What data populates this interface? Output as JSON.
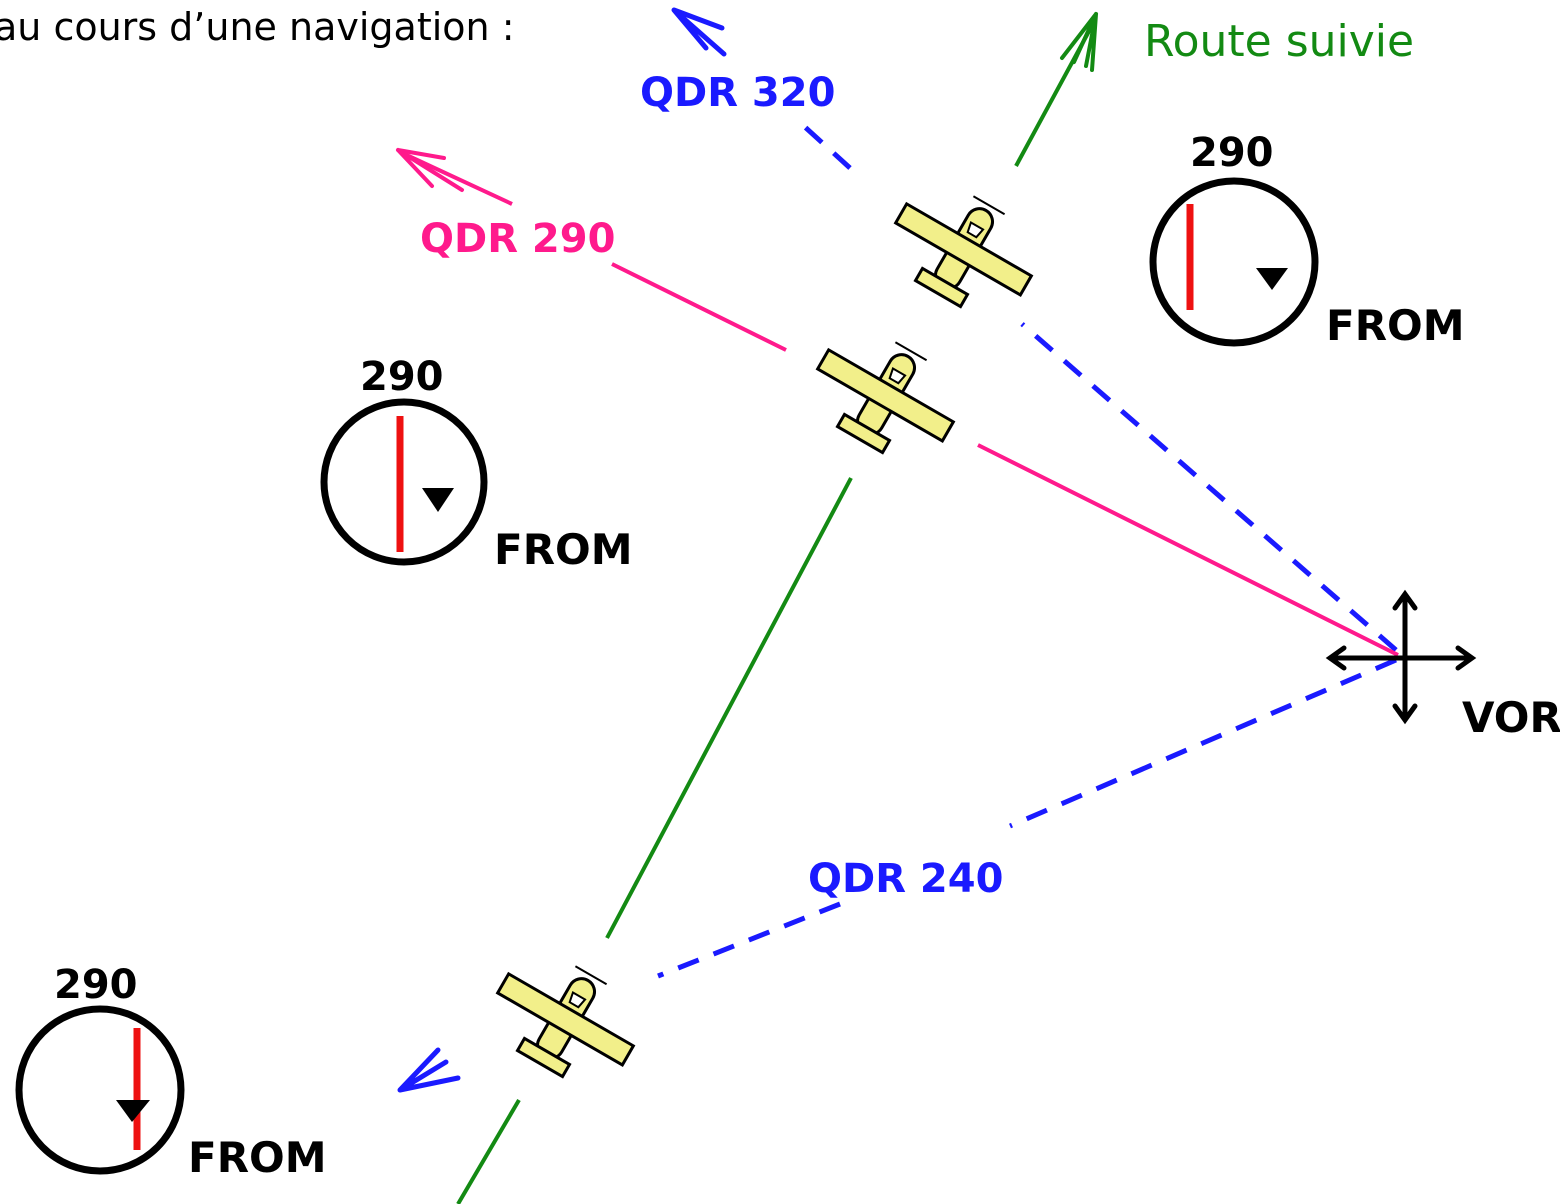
{
  "intro_text": "au cours d’une navigation :",
  "route_label": "Route suivie",
  "vor_label": "VOR",
  "radials": {
    "qdr_320": "QDR 320",
    "qdr_290": "QDR 290",
    "qdr_240": "QDR 240"
  },
  "indicators": [
    {
      "obs_setting": "290",
      "to_from": "FROM",
      "needle": "left of center"
    },
    {
      "obs_setting": "290",
      "to_from": "FROM",
      "needle": "centered"
    },
    {
      "obs_setting": "290",
      "to_from": "FROM",
      "needle": "right of center"
    }
  ],
  "colors": {
    "route": "#138a13",
    "qdr_blue": "#1a1aff",
    "qdr_pink": "#ff1a8c",
    "needle": "#ee1111",
    "aircraft_fill": "#f2ef8a",
    "ink": "#000000",
    "intro_text": "#000000",
    "route_label": "#138a13"
  },
  "icons": {
    "aircraft": "aircraft-icon",
    "vor": "vor-station-icon"
  }
}
